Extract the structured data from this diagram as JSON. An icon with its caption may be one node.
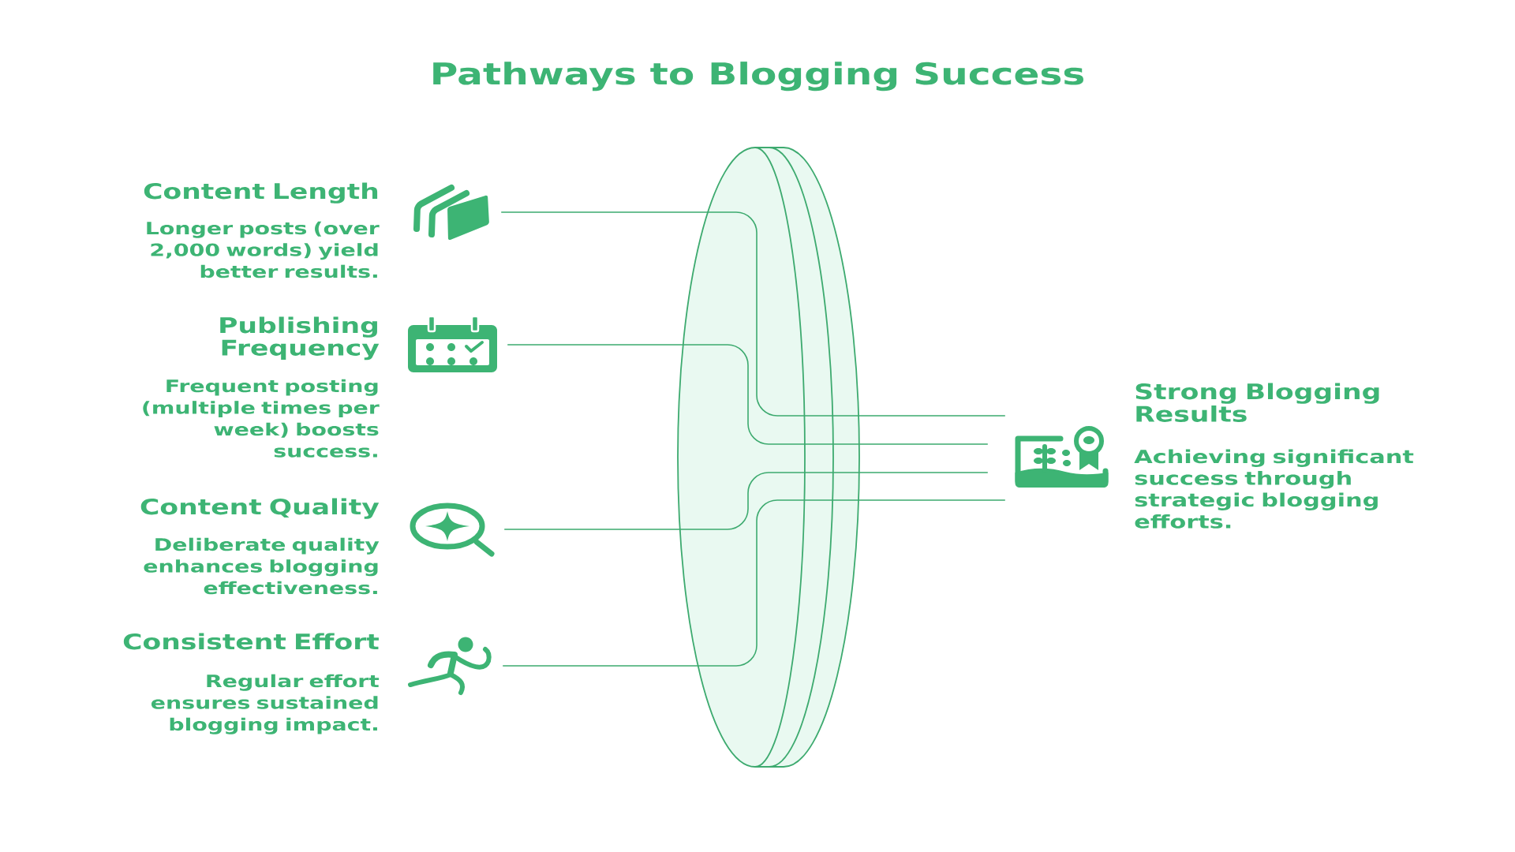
{
  "diagram": {
    "title": "Pathways to Blogging Success",
    "nodes": [
      {
        "text": [],
        "shape": "picture",
        "beside": [
          "Content Length",
          "Longer posts (over 2,000 words) yield better results."
        ]
      },
      {
        "text": [],
        "shape": "picture",
        "beside": [
          "Publishing Frequency",
          "Frequent posting (multiple times per week) boosts success."
        ]
      },
      {
        "text": [],
        "shape": "picture",
        "beside": [
          "Content Quality",
          "Deliberate quality enhances blogging effectiveness."
        ]
      },
      {
        "text": [],
        "shape": "picture",
        "beside": [
          "Consistent Effort",
          "Regular effort ensures sustained blogging impact."
        ]
      },
      {
        "text": [],
        "shape": "picture",
        "beside": [
          "Strong Blogging Results",
          "Achieving significant success through strategic blogging efforts."
        ]
      }
    ],
    "edges": [
      {
        "from": 0,
        "to": 4,
        "arrow": "none"
      },
      {
        "from": 1,
        "to": 4,
        "arrow": "none"
      },
      {
        "from": 2,
        "to": 4,
        "arrow": "none"
      },
      {
        "from": 3,
        "to": 4,
        "arrow": "none"
      }
    ]
  }
}
